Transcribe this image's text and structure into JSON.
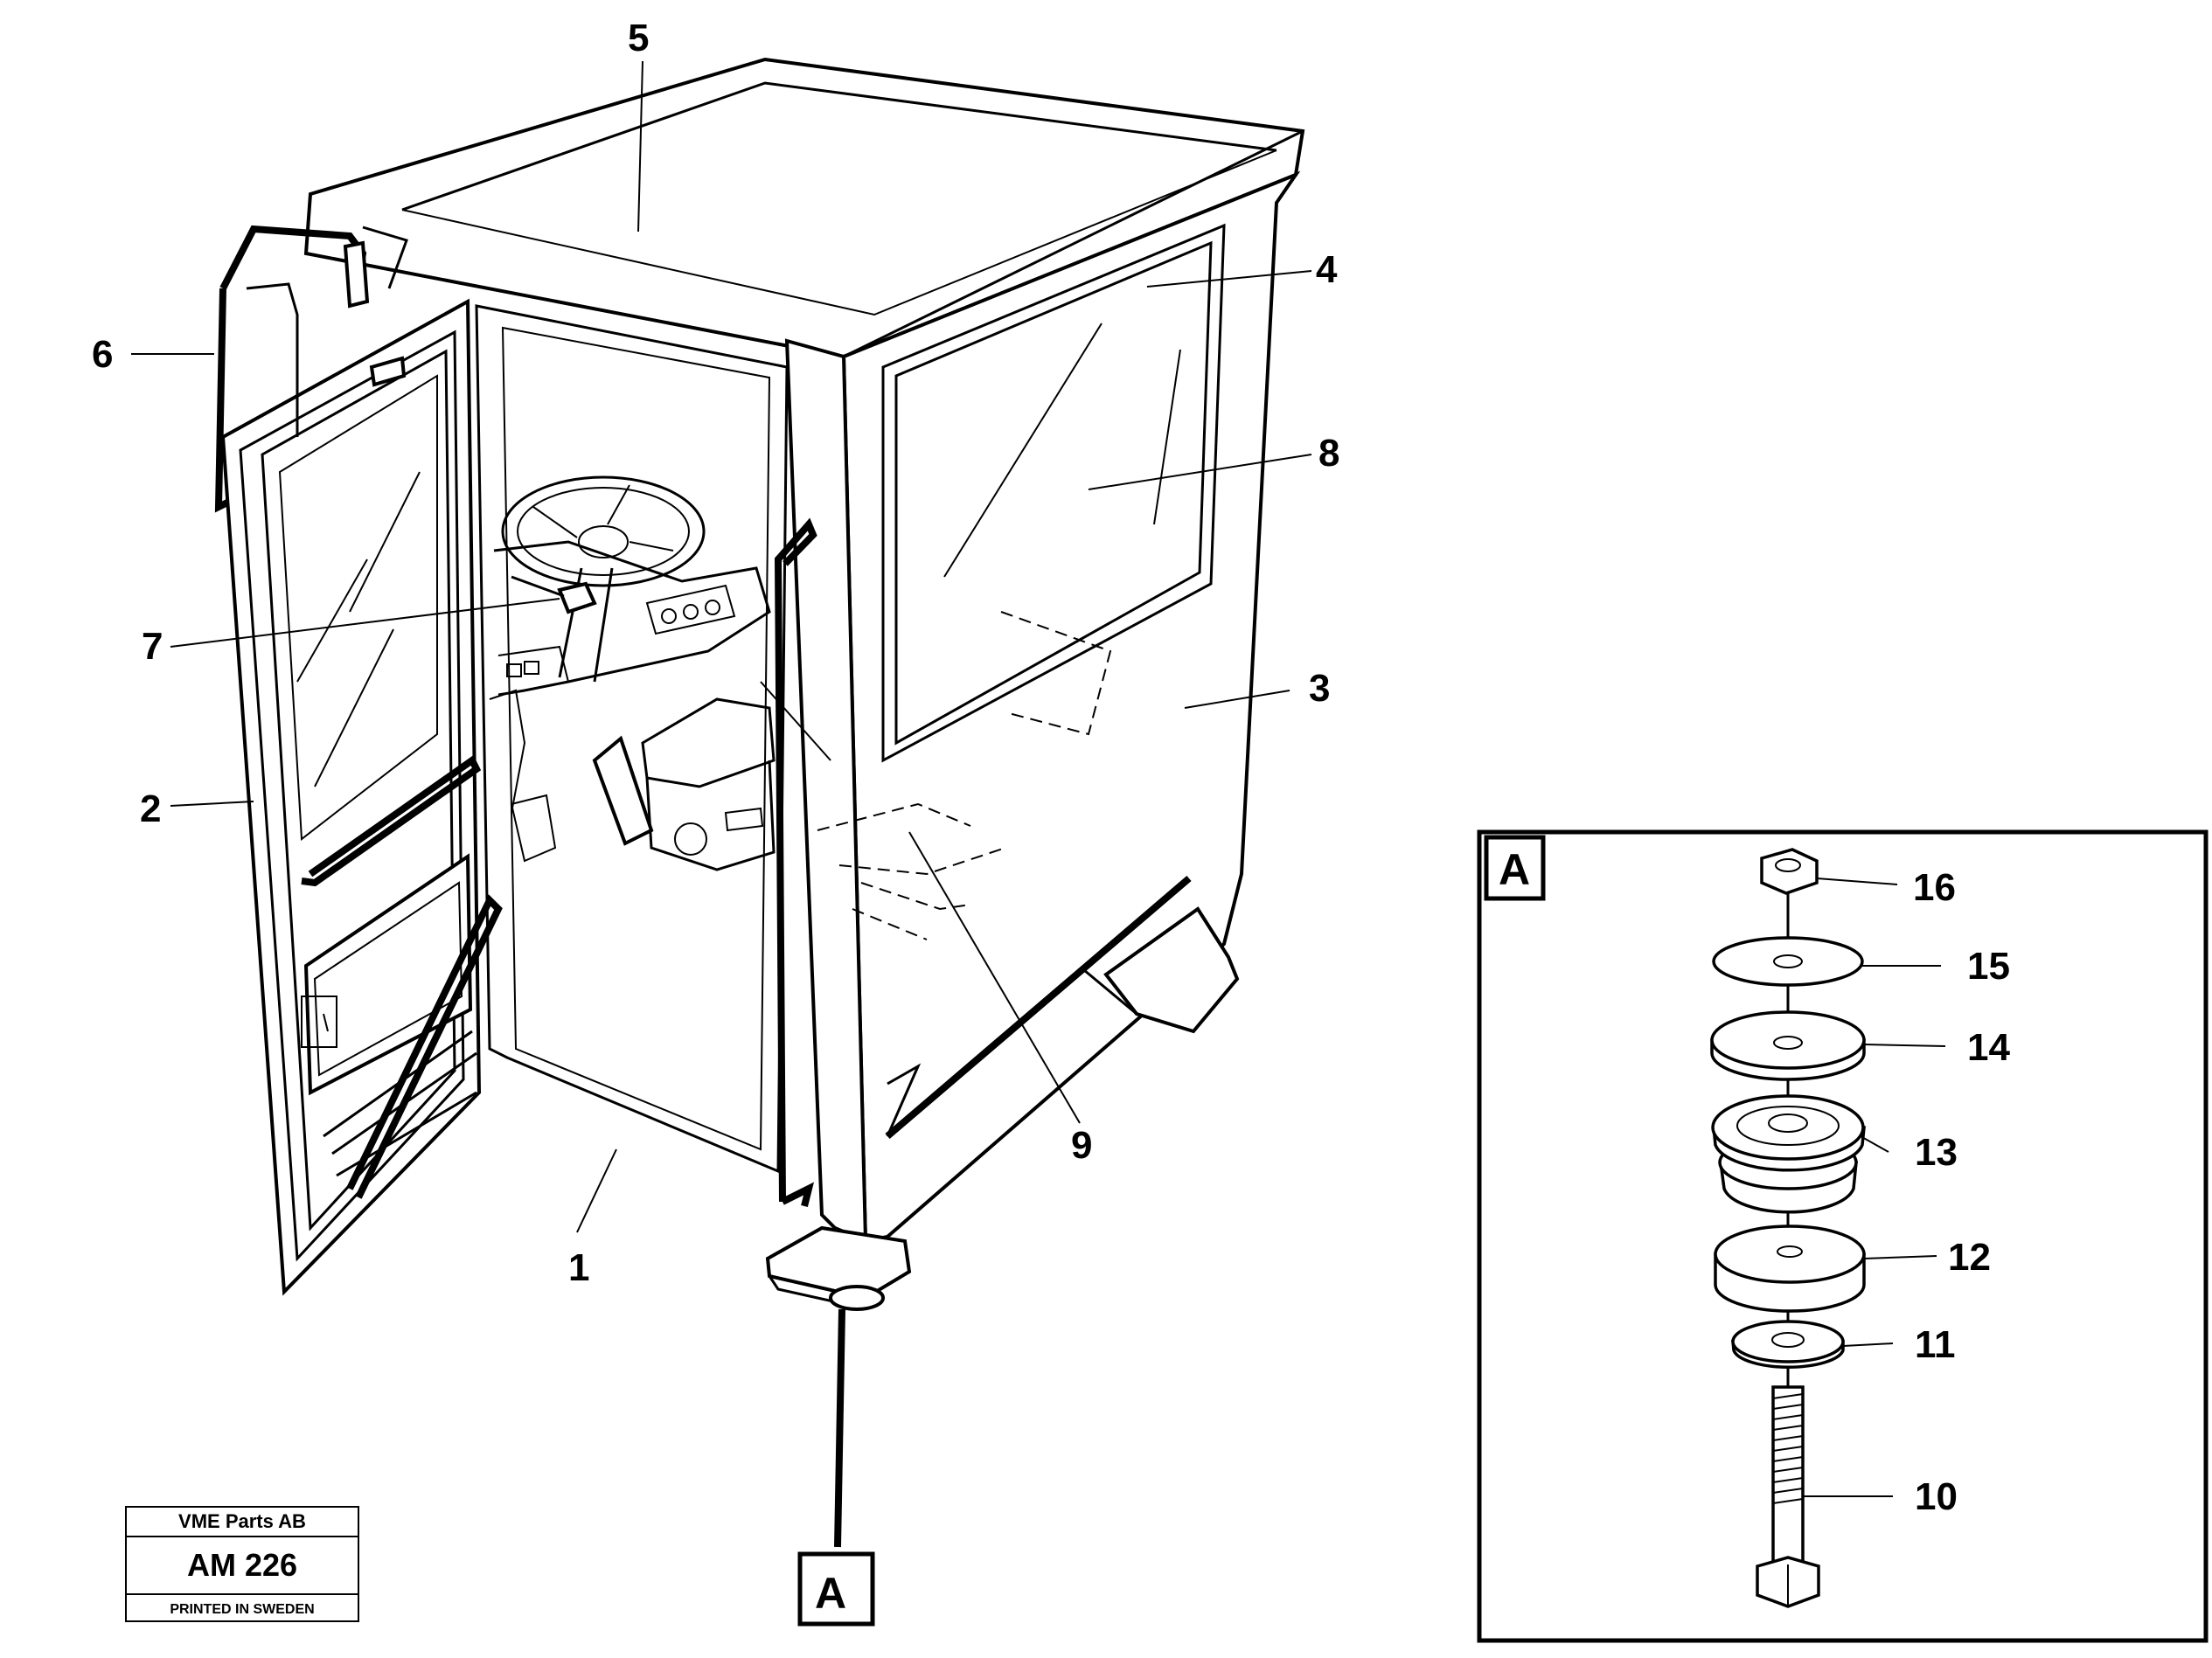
{
  "callouts": {
    "c1": "1",
    "c2": "2",
    "c3": "3",
    "c4": "4",
    "c5": "5",
    "c6": "6",
    "c7": "7",
    "c8": "8",
    "c9": "9",
    "c10": "10",
    "c11": "11",
    "c12": "12",
    "c13": "13",
    "c14": "14",
    "c15": "15",
    "c16": "16"
  },
  "detail": {
    "marker_label": "A",
    "frame_label": "A"
  },
  "stamp": {
    "company": "VME Parts AB",
    "code": "AM 226",
    "printed": "PRINTED IN SWEDEN"
  }
}
